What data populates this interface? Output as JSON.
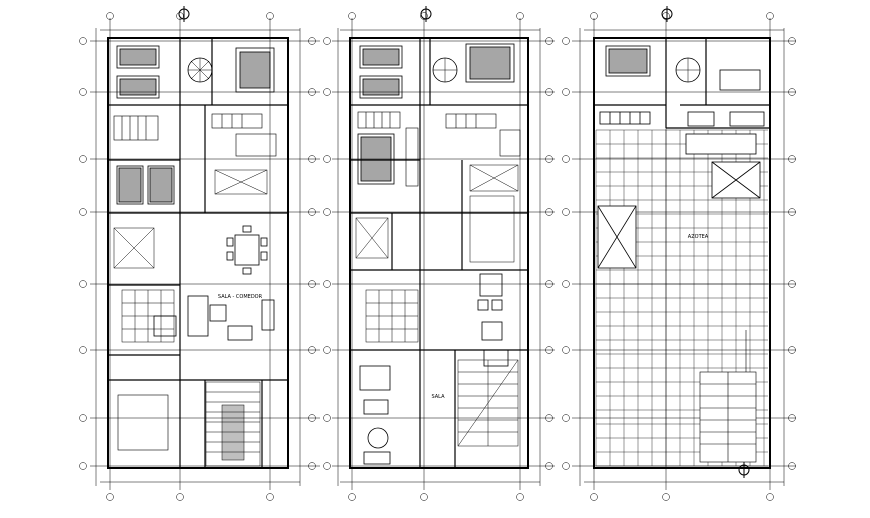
{
  "drawing": {
    "colors": {
      "line": "#000000",
      "background": "#ffffff"
    },
    "plans": [
      {
        "id": "plan-1",
        "room_labels": [
          "SALA - COMEDOR"
        ]
      },
      {
        "id": "plan-2",
        "room_labels": [
          "SALA"
        ]
      },
      {
        "id": "plan-3",
        "room_labels": [
          "AZOTEA"
        ]
      }
    ]
  }
}
